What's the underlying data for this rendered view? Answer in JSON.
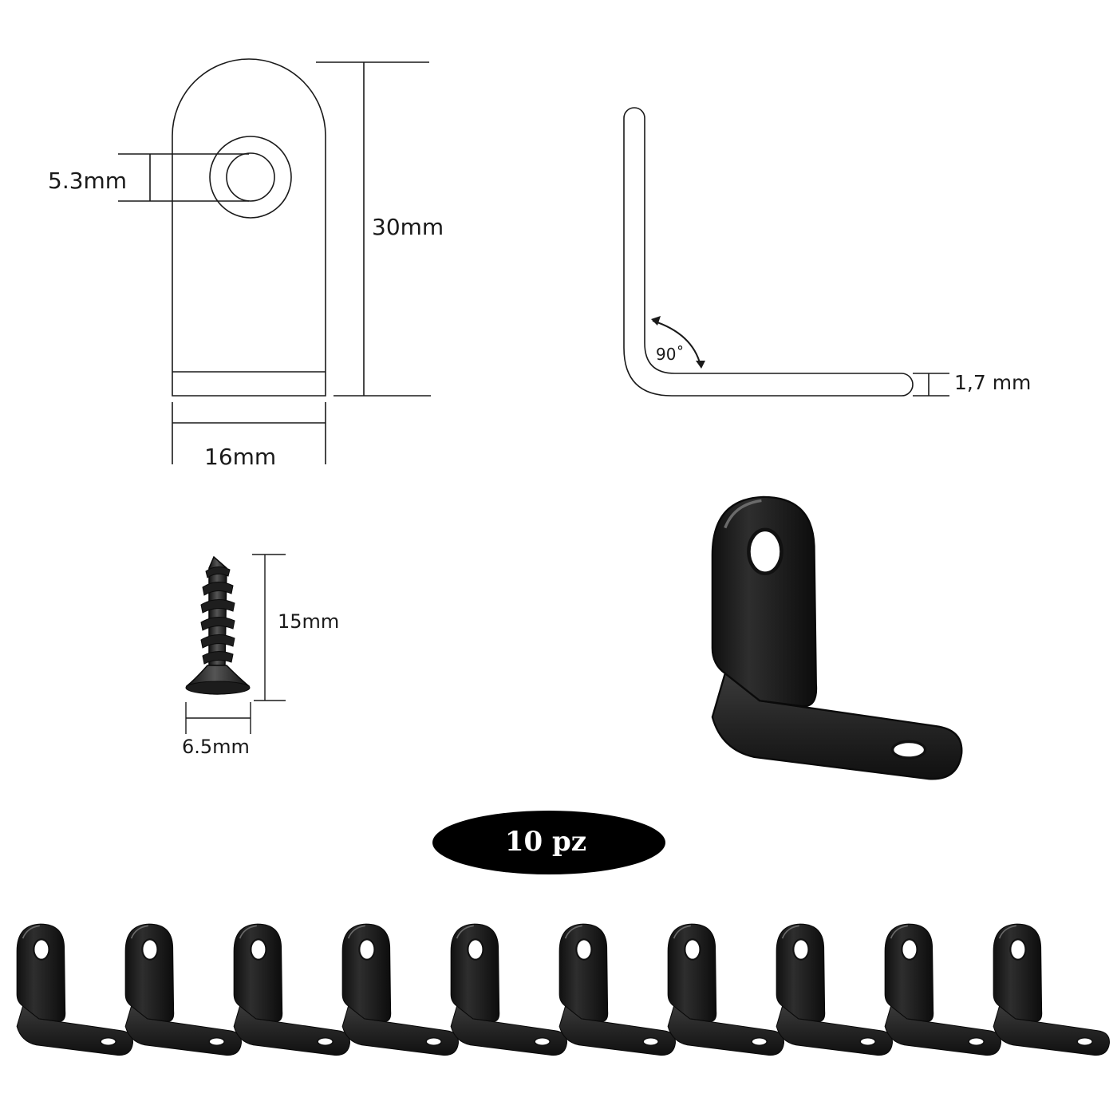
{
  "front_view": {
    "hole_label": "5.3mm",
    "height_label": "30mm",
    "width_label": "16mm"
  },
  "side_view": {
    "angle_label": "90˚",
    "thickness_label": "1,7 mm"
  },
  "screw": {
    "length_label": "15mm",
    "head_label": "6.5mm"
  },
  "quantity": {
    "label": "10 pz",
    "count": 10
  },
  "colors": {
    "line": "#1a1a1a",
    "metal_dark": "#141414",
    "metal_mid": "#2c2c2c",
    "metal_light": "#4a4a4a",
    "pill": "#000000",
    "pill_text": "#ffffff"
  }
}
